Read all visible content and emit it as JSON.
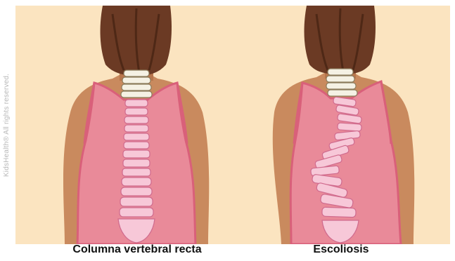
{
  "copyright": "KidsHealth® All rights reserved.",
  "captions": {
    "straight": "Columna vertebral recta",
    "scoliosis": "Escoliosis"
  },
  "colors": {
    "background": "#fbe4c0",
    "skin": "#c98a5e",
    "skin_shadow": "#b8764c",
    "hair": "#6b3a24",
    "hair_dark": "#4e2816",
    "shirt": "#e98a99",
    "shirt_edge": "#d9607a",
    "vertebra": "#f7c8d8",
    "vertebra_edge": "#d06b8e",
    "cervical": "#f5f1e4",
    "cervical_edge": "#8c7c5c"
  }
}
